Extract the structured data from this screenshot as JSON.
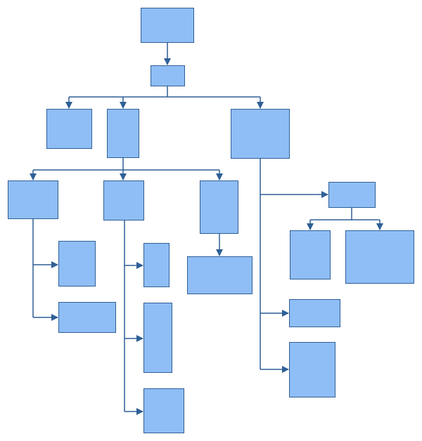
{
  "diagram": {
    "type": "tree",
    "colors": {
      "node_fill": "#8fbef6",
      "node_border": "#2f5f96",
      "connector": "#2f5f96"
    },
    "nodes": [
      {
        "id": "root",
        "label": ""
      },
      {
        "id": "level1",
        "label": ""
      },
      {
        "id": "l2-left",
        "label": ""
      },
      {
        "id": "l2-middle",
        "label": ""
      },
      {
        "id": "l2-right",
        "label": ""
      },
      {
        "id": "l3-a",
        "label": ""
      },
      {
        "id": "l3-b",
        "label": ""
      },
      {
        "id": "l3-c",
        "label": ""
      },
      {
        "id": "a-child-1",
        "label": ""
      },
      {
        "id": "a-child-2",
        "label": ""
      },
      {
        "id": "b-child-1",
        "label": ""
      },
      {
        "id": "b-child-2",
        "label": ""
      },
      {
        "id": "b-child-3",
        "label": ""
      },
      {
        "id": "c-child-1",
        "label": ""
      },
      {
        "id": "r-child-1",
        "label": ""
      },
      {
        "id": "r-grandchild-1",
        "label": ""
      },
      {
        "id": "r-grandchild-2",
        "label": ""
      },
      {
        "id": "r-child-2",
        "label": ""
      },
      {
        "id": "r-child-3",
        "label": ""
      }
    ],
    "edges": [
      [
        "root",
        "level1"
      ],
      [
        "level1",
        "l2-left"
      ],
      [
        "level1",
        "l2-middle"
      ],
      [
        "level1",
        "l2-right"
      ],
      [
        "l2-middle",
        "l3-a"
      ],
      [
        "l2-middle",
        "l3-b"
      ],
      [
        "l2-middle",
        "l3-c"
      ],
      [
        "l3-a",
        "a-child-1"
      ],
      [
        "l3-a",
        "a-child-2"
      ],
      [
        "l3-b",
        "b-child-1"
      ],
      [
        "l3-b",
        "b-child-2"
      ],
      [
        "l3-b",
        "b-child-3"
      ],
      [
        "l3-c",
        "c-child-1"
      ],
      [
        "l2-right",
        "r-child-1"
      ],
      [
        "l2-right",
        "r-child-2"
      ],
      [
        "l2-right",
        "r-child-3"
      ],
      [
        "r-child-1",
        "r-grandchild-1"
      ],
      [
        "r-child-1",
        "r-grandchild-2"
      ]
    ]
  }
}
